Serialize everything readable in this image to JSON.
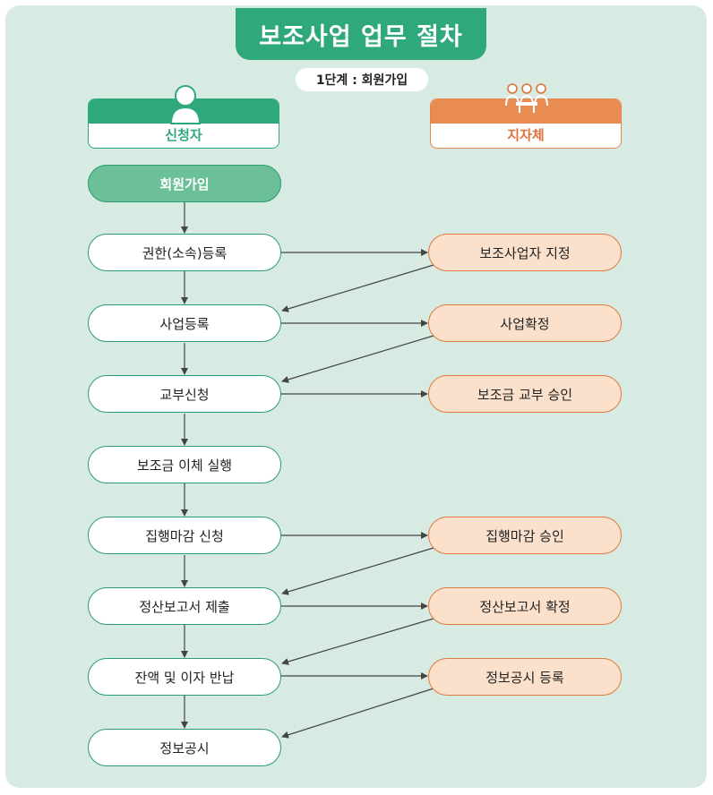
{
  "title": "보조사업 업무 절차",
  "stage_label": "1단계 : 회원가입",
  "roles": {
    "applicant": "신청자",
    "local_gov": "지자체"
  },
  "applicant_steps": [
    "회원가입",
    "권한(소속)등록",
    "사업등록",
    "교부신청",
    "보조금 이체 실행",
    "집행마감 신청",
    "정산보고서 제출",
    "잔액 및 이자 반납",
    "정보공시"
  ],
  "local_gov_steps": [
    "보조사업자 지정",
    "사업확정",
    "보조금 교부 승인",
    "집행마감 승인",
    "정산보고서 확정",
    "정보공시 등록"
  ],
  "colors": {
    "background": "#d7ebe2",
    "green": "#2fa97c",
    "orange": "#e98c53",
    "orange_fill": "#fbe1cc"
  }
}
